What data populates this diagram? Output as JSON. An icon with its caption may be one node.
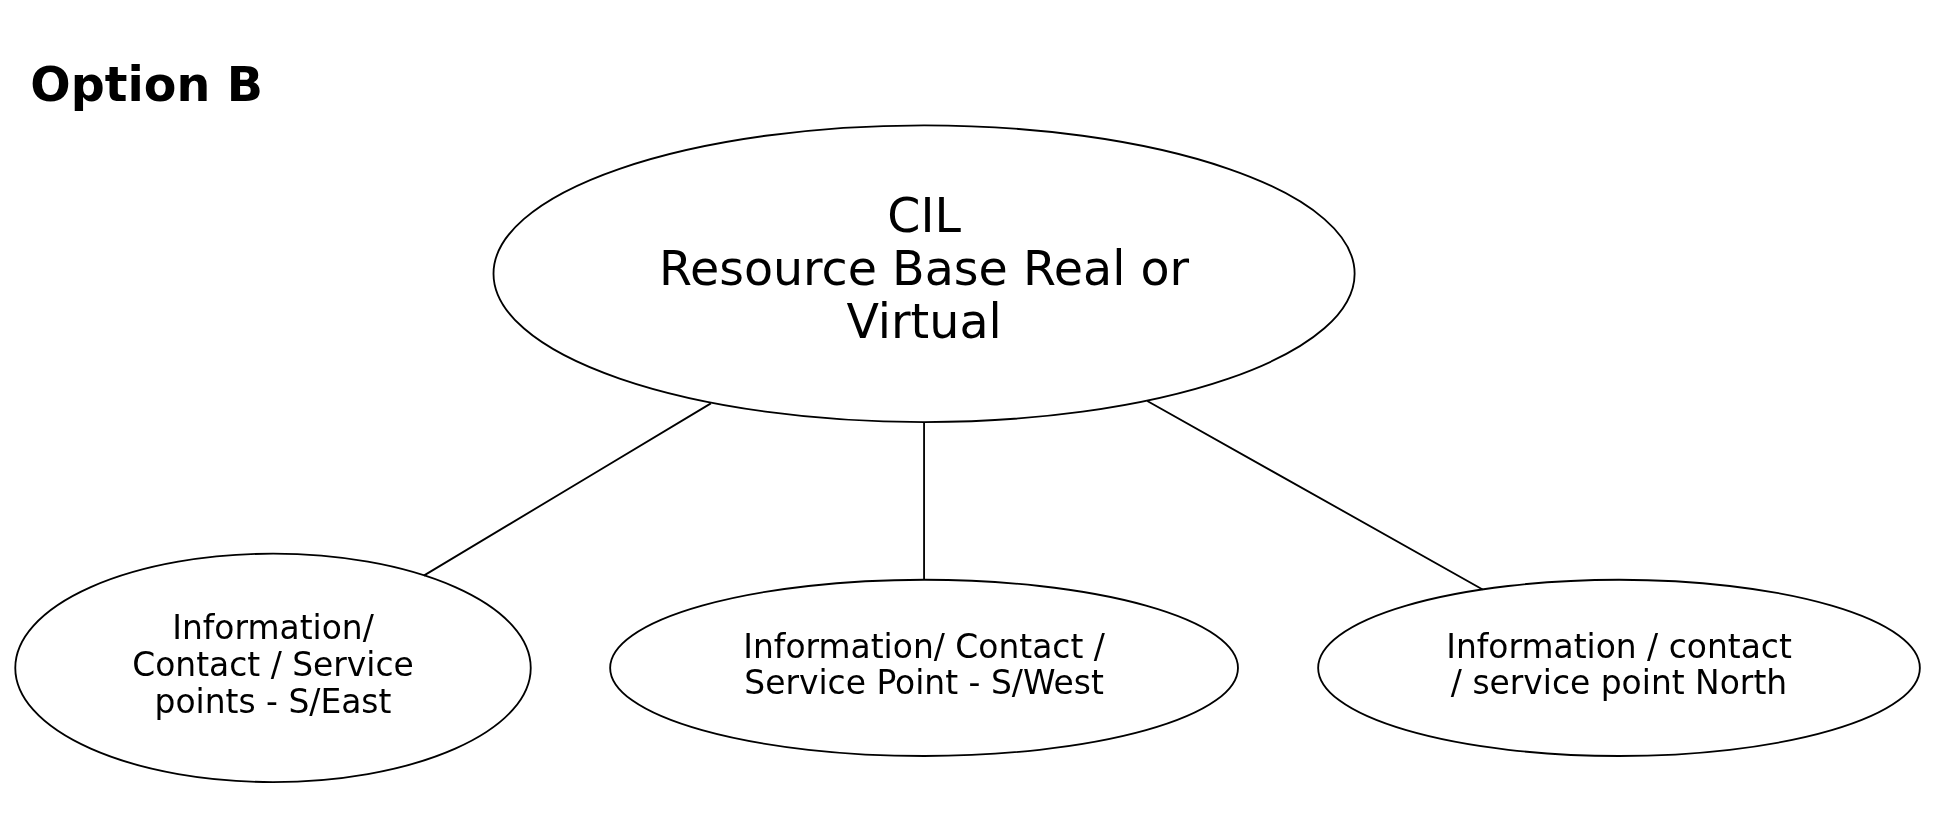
{
  "diagram": {
    "title": "Option B",
    "nodes": [
      {
        "text": [
          "CIL",
          "Resource Base Real or Virtual"
        ]
      },
      {
        "text": [
          "Information/",
          "Contact / Service points - S/East"
        ]
      },
      {
        "text": [
          "Information/ Contact / Service Point - S/West"
        ]
      },
      {
        "text": [
          "Information / contact / service point North"
        ]
      }
    ],
    "edges": [
      {
        "from": 0,
        "to": 1,
        "arrow": "none"
      },
      {
        "from": 0,
        "to": 2,
        "arrow": "none"
      },
      {
        "from": 0,
        "to": 3,
        "arrow": "none"
      }
    ]
  }
}
